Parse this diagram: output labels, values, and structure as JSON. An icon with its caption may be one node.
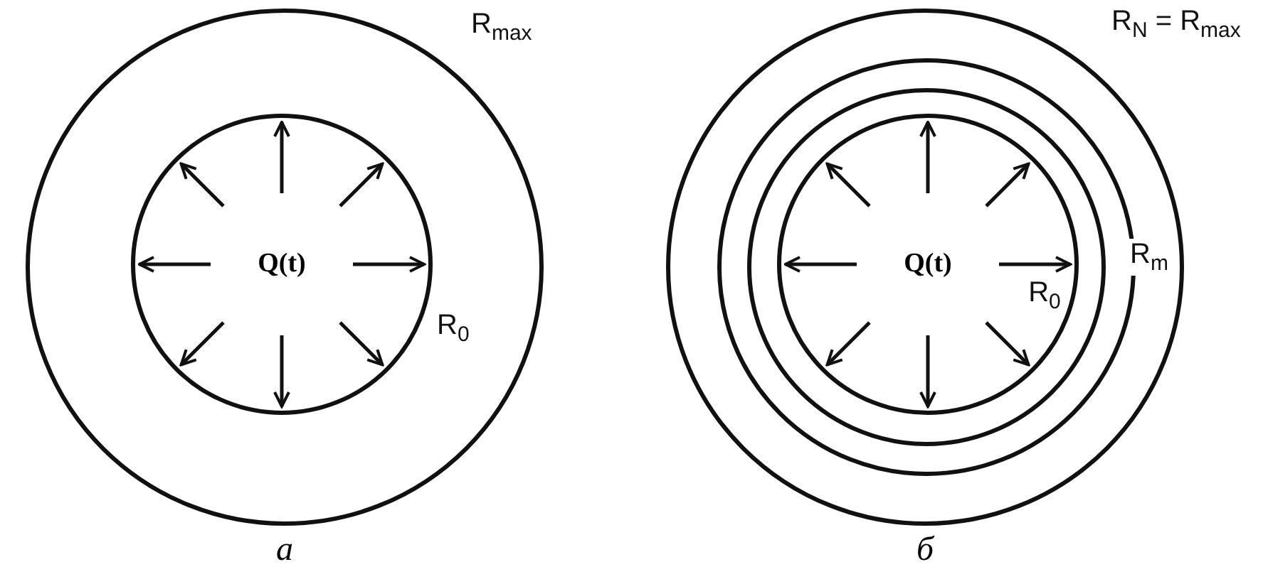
{
  "diagram": {
    "nodes": [
      {
        "text": [],
        "shape": "circle",
        "beside": [
          "R$_{max}$"
        ]
      },
      {
        "text": [
          "Q(t)"
        ],
        "beside": [
          "R$_{0}$"
        ],
        "in": 0
      },
      {
        "text": [],
        "shape": "circle",
        "beside": [
          "R$_{N}$ = R$_{max}$"
        ]
      },
      {
        "text": [],
        "shape": "circle",
        "in": 2
      },
      {
        "text": [],
        "shape": "circle",
        "beside": [
          "R$_{m}$"
        ],
        "in": 3
      },
      {
        "text": [
          "Q(t)",
          "R$_{0}$"
        ],
        "in": 4
      }
    ],
    "labels": [
      "а",
      "б"
    ]
  }
}
